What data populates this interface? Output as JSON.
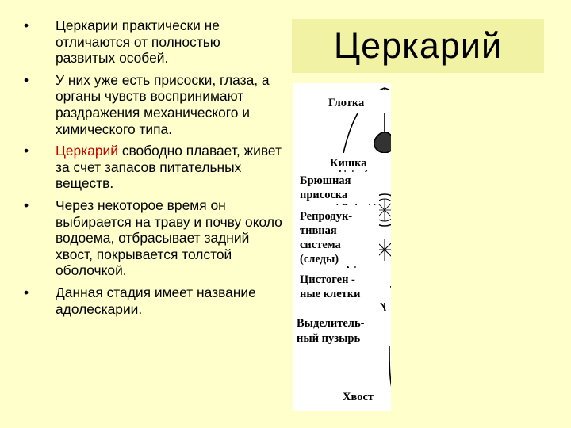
{
  "title": "Церкарий",
  "bullets": [
    {
      "pre": "",
      "highlight": "",
      "text": "Церкарии практически не отличаются от полностью развитых особей."
    },
    {
      "pre": "",
      "highlight": "",
      "text": "У них уже есть присоски, глаза, а органы чувств воспринимают раздражения механического и химического типа."
    },
    {
      "pre": "",
      "highlight": "Церкарий",
      "text": " свободно плавает, живет за счет запасов питательных веществ."
    },
    {
      "pre": "",
      "highlight": "",
      "text": "Через некоторое время он выбирается на траву и почву около водоема, отбрасывает задний хвост, покрывается толстой оболочкой."
    },
    {
      "pre": "",
      "highlight": "",
      "text": "Данная стадия имеет название адолескарии."
    }
  ],
  "bullet_glyph": "•",
  "colors": {
    "background": "#ffffcc",
    "title_box": "#f2f2a4",
    "highlight": "#cc0000"
  },
  "figure": {
    "labels": {
      "glotka": "Глотка",
      "kishka": "Кишка",
      "bryushnaya_1": "Брюшная",
      "bryushnaya_2": "присоска",
      "reprod_1": "Репродук-",
      "reprod_2": "тивная",
      "reprod_3": "система",
      "reprod_4": "(следы)",
      "cistogen_1": "Цистоген -",
      "cistogen_2": "ные клетки",
      "vydel_1": "Выделитель-",
      "vydel_2": "ный пузырь",
      "khvost": "Хвост"
    }
  }
}
